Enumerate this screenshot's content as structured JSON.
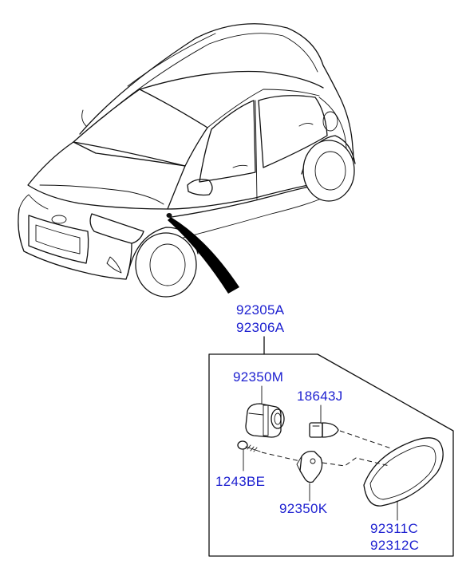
{
  "diagram": {
    "vehicle": "hatchback-car",
    "pointer_color": "#000000",
    "label_color": "#1c1fd0",
    "assembly_numbers": [
      "92305A",
      "92306A"
    ],
    "parts": {
      "bulb_socket": "92350M",
      "bulb": "18643J",
      "screw": "1243BE",
      "bracket": "92350K",
      "lamp_lens": [
        "92311C",
        "92312C"
      ]
    }
  }
}
